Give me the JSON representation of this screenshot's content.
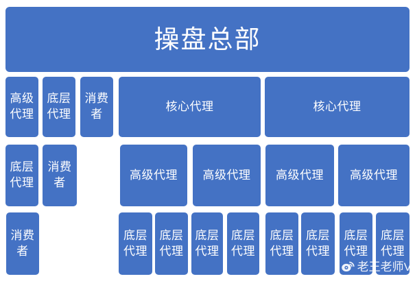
{
  "colors": {
    "box_fill": "#4472C4",
    "box_text": "#ffffff",
    "background": "#ffffff"
  },
  "org": {
    "root": "操盘总部",
    "row2": [
      "高级代理",
      "底层代理",
      "消费者",
      "核心代理",
      "核心代理"
    ],
    "row3": [
      "底层代理",
      "消费者",
      "高级代理",
      "高级代理",
      "高级代理",
      "高级代理"
    ],
    "row4": [
      "消费者",
      "底层代理",
      "底层代理",
      "底层代理",
      "底层代理",
      "底层代理",
      "底层代理",
      "底层代理",
      "底层代理"
    ]
  },
  "watermark": {
    "text": "老王老师V",
    "icon": "weibo-icon"
  }
}
